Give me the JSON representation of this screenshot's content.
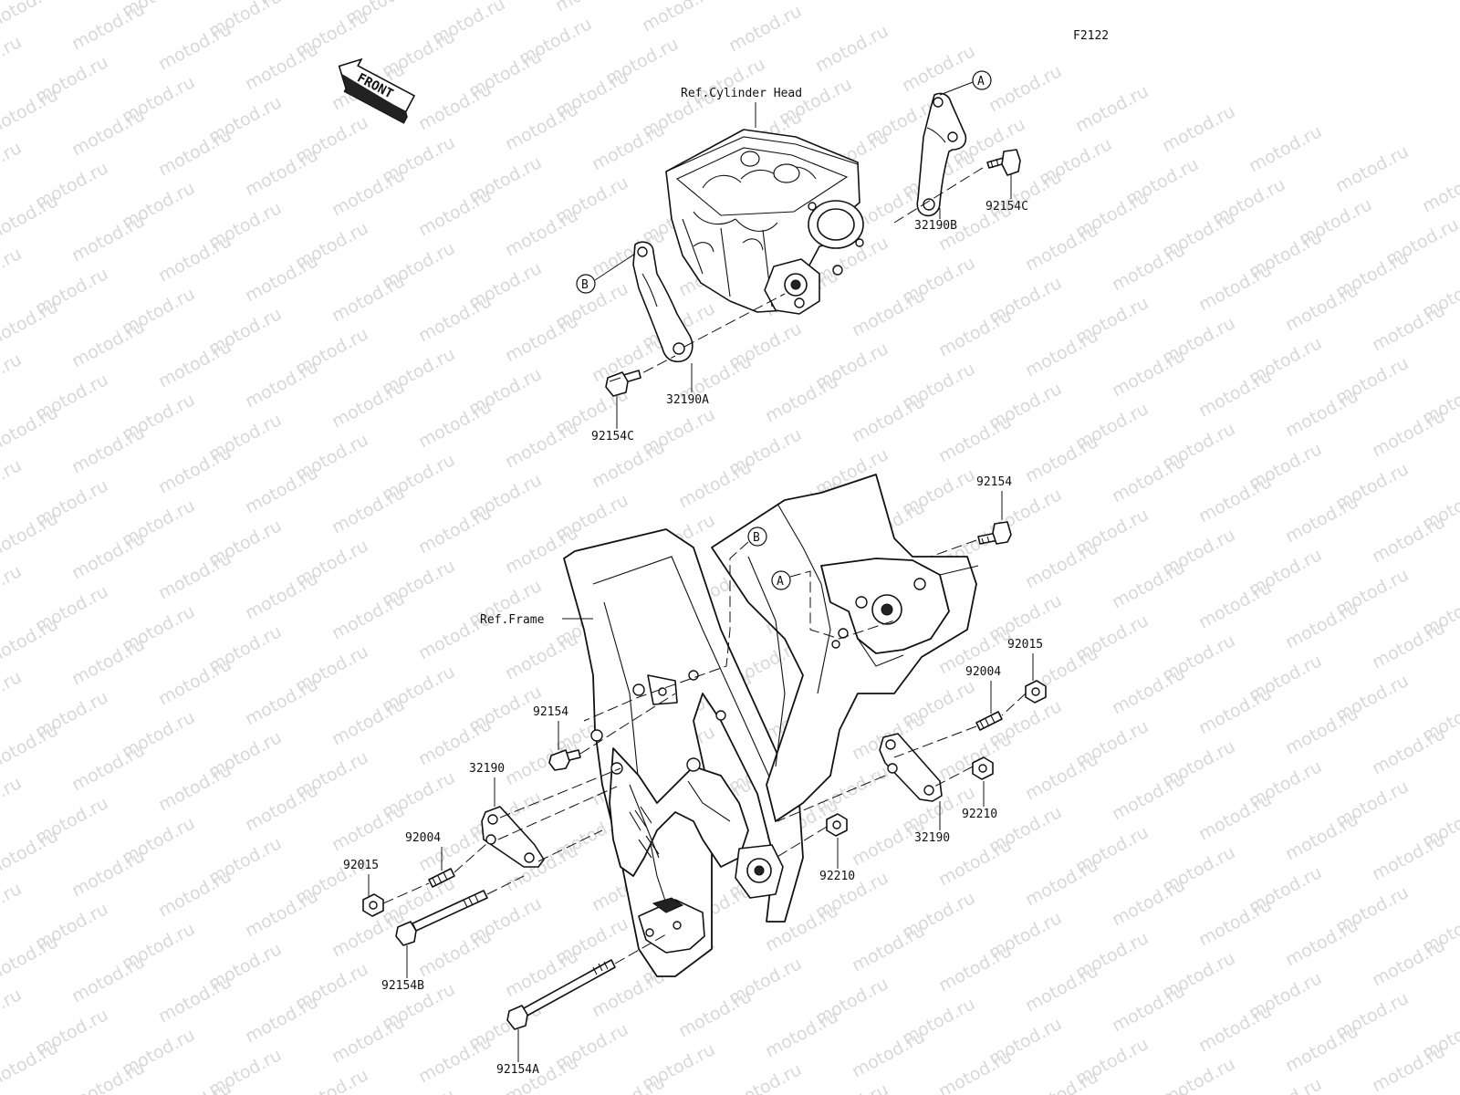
{
  "figure_code": "F2122",
  "front_label": "FRONT",
  "watermark": "motod.ru",
  "refs": {
    "cylinder_head": "Ref.Cylinder Head",
    "frame": "Ref.Frame"
  },
  "markers": {
    "a": "A",
    "b": "B"
  },
  "parts": {
    "bracket_a": "32190A",
    "bracket_b": "32190B",
    "bolt_c_top": "92154C",
    "bolt_c_left": "92154C",
    "bolt_top_right": "92154",
    "bolt_mid_left": "92154",
    "bracket_left": "32190",
    "bracket_right": "32190",
    "stud_left": "92004",
    "stud_right": "92004",
    "nut_left": "92015",
    "nut_right": "92015",
    "collar_right": "92210",
    "collar_center": "92210",
    "bolt_b": "92154B",
    "bolt_a": "92154A"
  }
}
